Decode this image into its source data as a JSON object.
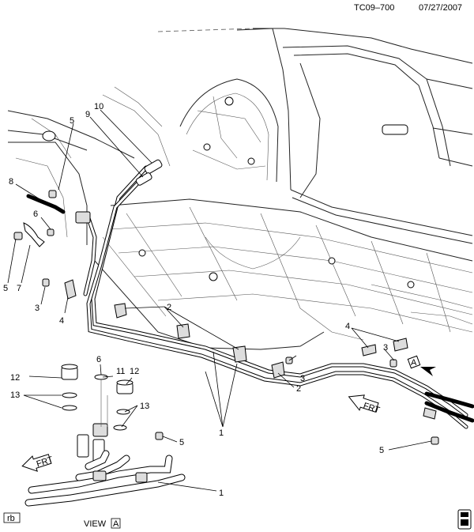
{
  "header": {
    "code": "TC09–700",
    "date": "07/27/2007"
  },
  "footer": {
    "badge": "rb",
    "view_label": "VIEW",
    "view_letter": "A"
  },
  "view_marker_letter": "A",
  "fwd_arrow_label": "FRT",
  "callouts": {
    "c10": "10",
    "c9": "9",
    "c5a": "5",
    "c8": "8",
    "c6a": "6",
    "c5b": "5",
    "c7": "7",
    "c3a": "3",
    "c4a": "4",
    "c2a": "2",
    "c4b": "4",
    "c3b": "3",
    "c3c": "3",
    "c2b": "2",
    "c12a": "12",
    "c13a": "13",
    "c6b": "6",
    "c11": "11",
    "c12b": "12",
    "c13b": "13",
    "c5c": "5",
    "c1a": "1",
    "c5d": "5",
    "c1b": "1"
  }
}
